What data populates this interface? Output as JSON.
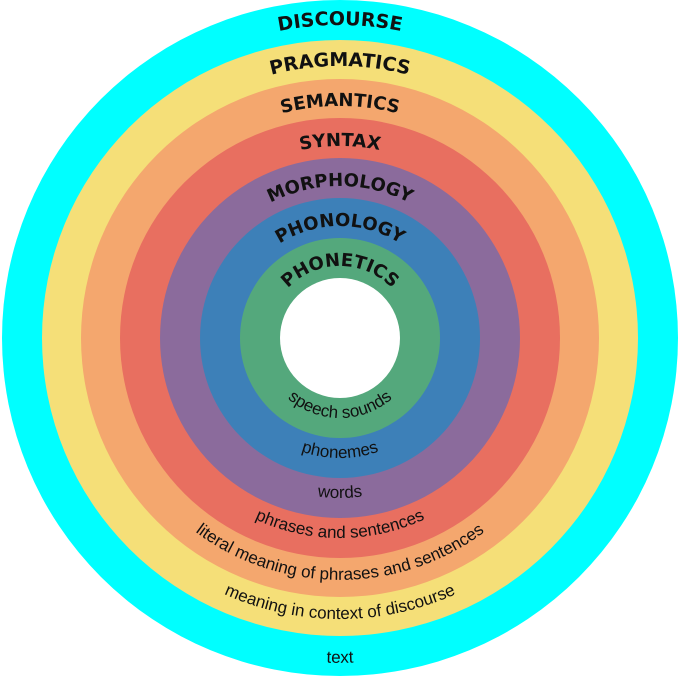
{
  "diagram": {
    "layers": [
      {
        "title": "DISCOURSE",
        "description": "text",
        "color": "#00FFFF"
      },
      {
        "title": "PRAGMATICS",
        "description": "meaning in context of discourse",
        "color": "#F5DF78"
      },
      {
        "title": "SEMANTICS",
        "description": "literal meaning of phrases and sentences",
        "color": "#F4A76E"
      },
      {
        "title": "SYNTAX",
        "description": "phrases and sentences",
        "color": "#E86F60"
      },
      {
        "title": "MORPHOLOGY",
        "description": "words",
        "color": "#8B6B9C"
      },
      {
        "title": "PHONOLOGY",
        "description": "phonemes",
        "color": "#3D80B8"
      },
      {
        "title": "PHONETICS",
        "description": "speech sounds",
        "color": "#54A87C"
      }
    ],
    "center_color": "#FFFFFF"
  }
}
